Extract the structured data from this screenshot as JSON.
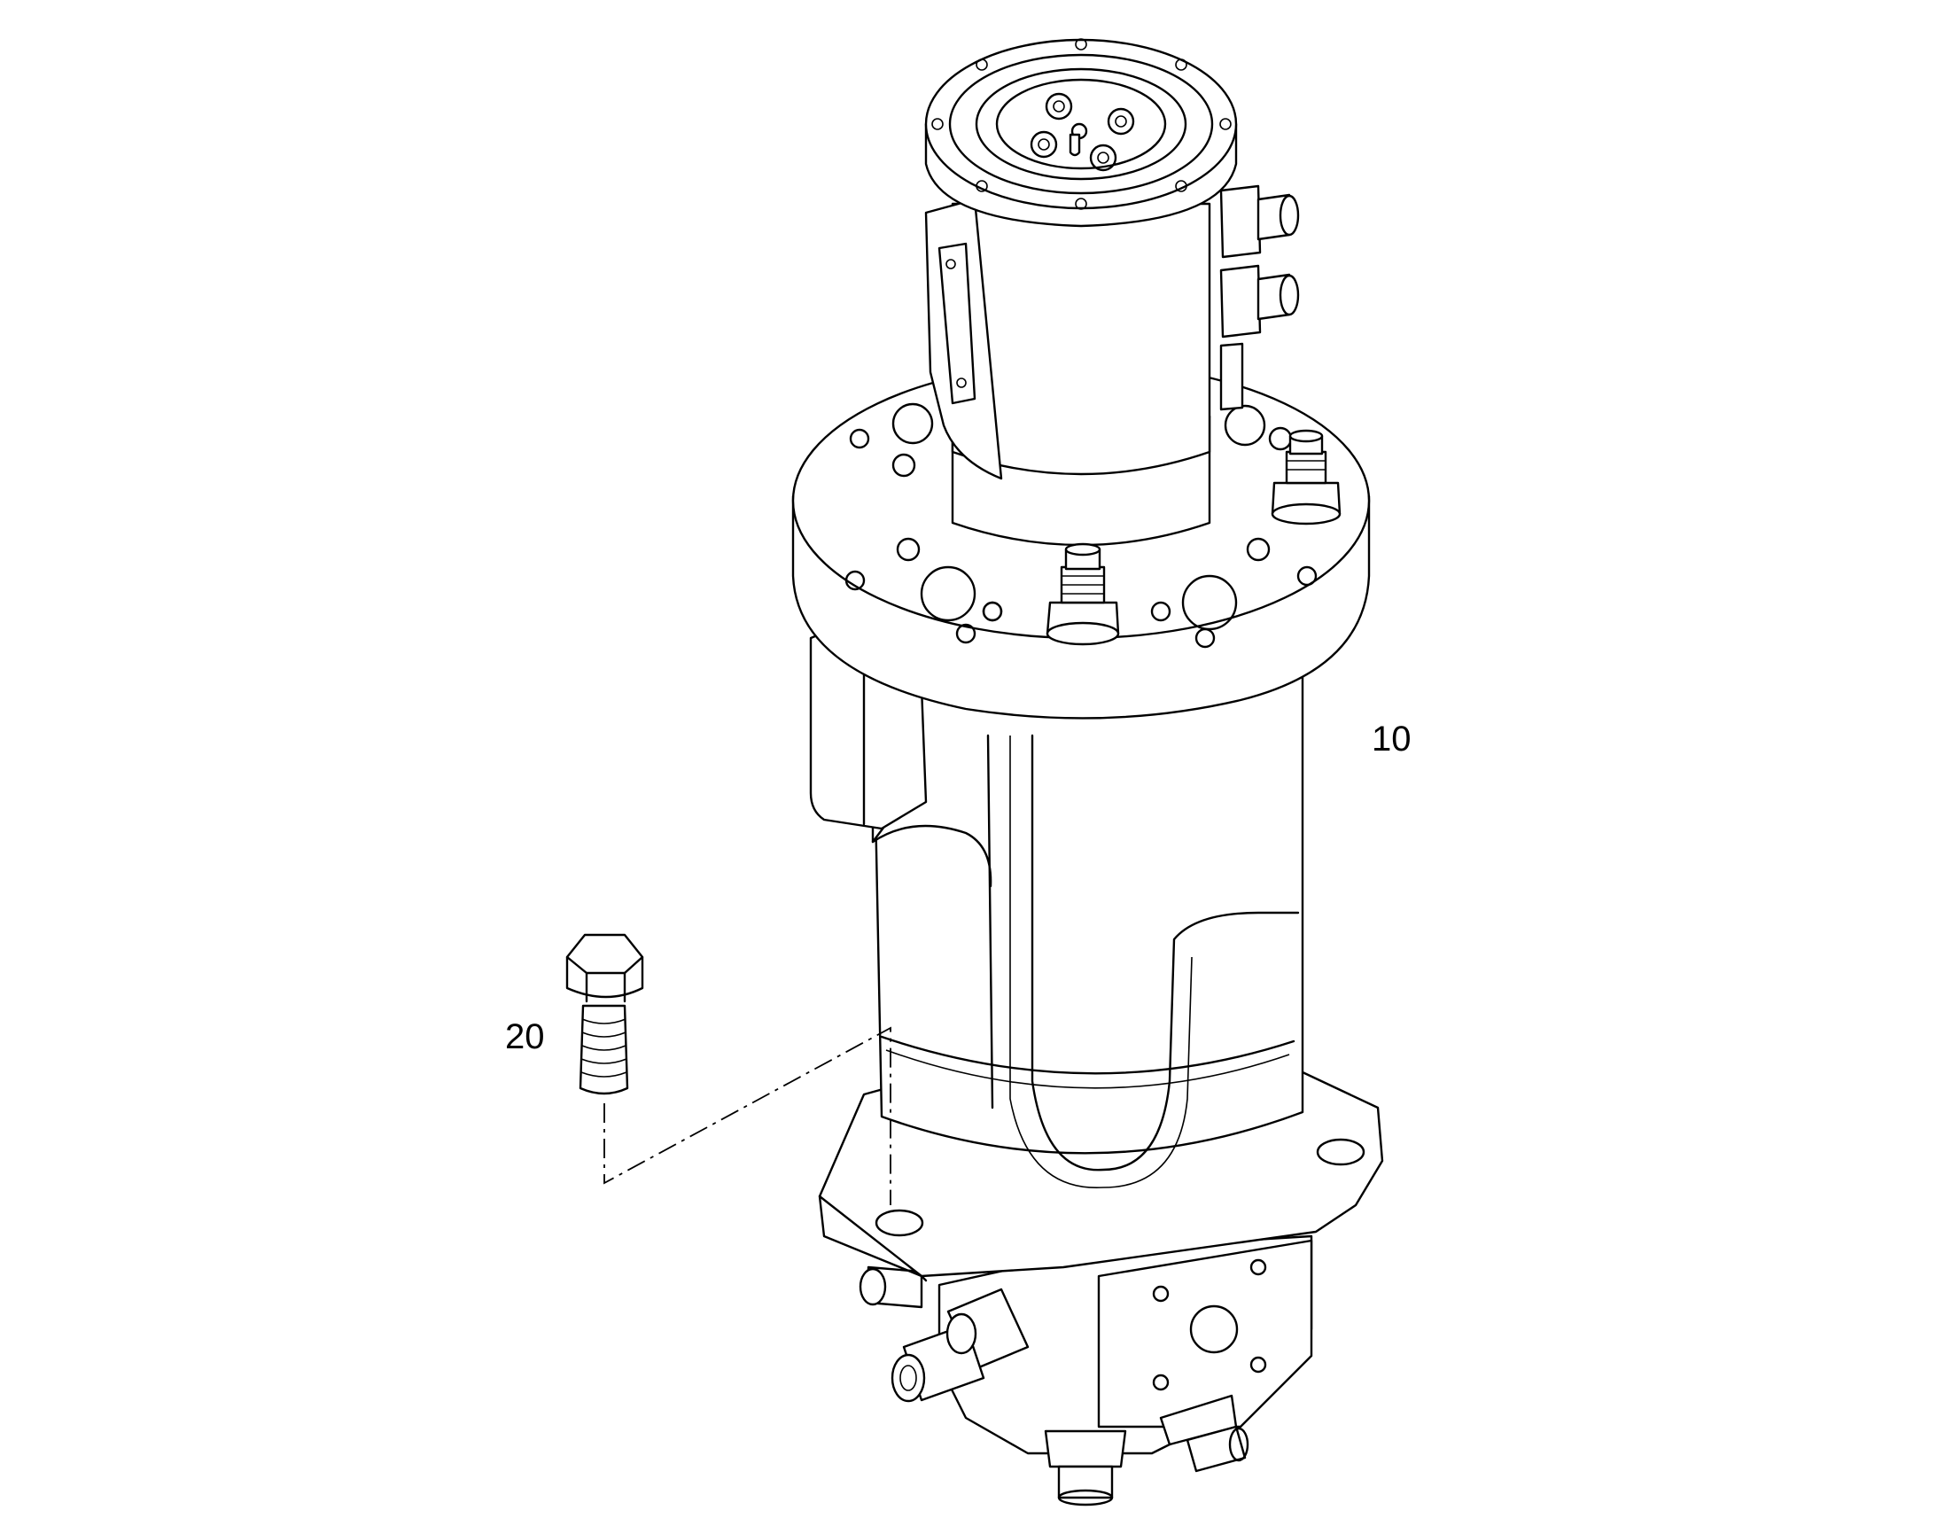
{
  "callouts": {
    "item_10": "10",
    "item_20": "20"
  },
  "parts": [
    {
      "ref": "10",
      "icon": "rotary-joint-assembly"
    },
    {
      "ref": "20",
      "icon": "hex-bolt-icon"
    }
  ],
  "colors": {
    "line": "#000000",
    "background": "#ffffff"
  }
}
